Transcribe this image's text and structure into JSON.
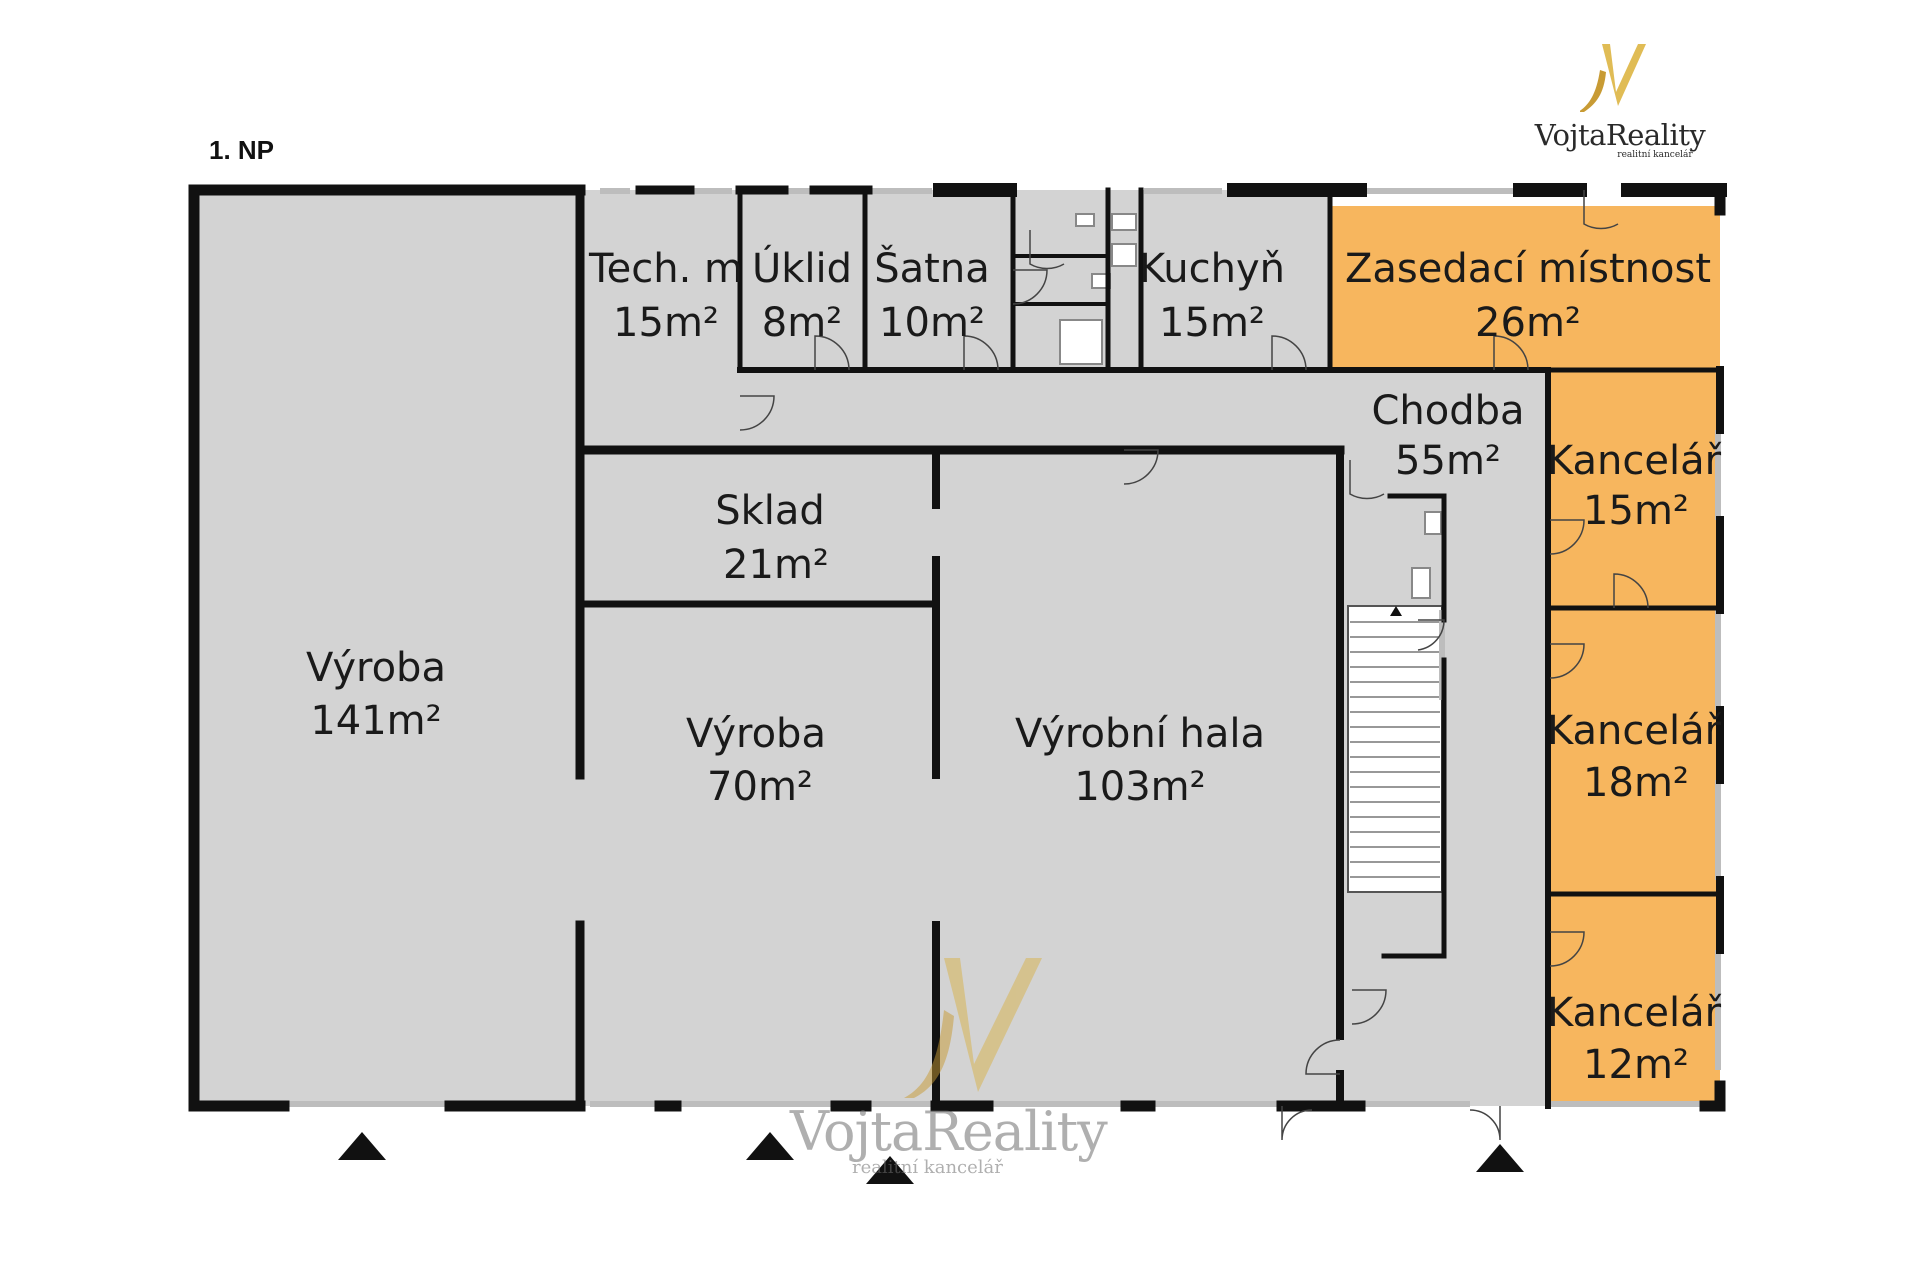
{
  "floor_label": "1. NP",
  "brand": {
    "name": "VojtaReality",
    "subtitle": "realitní kancelář"
  },
  "watermark": {
    "name": "VojtaReality",
    "subtitle": "realitní kancelář"
  },
  "colors": {
    "room_fill": "#d3d3d3",
    "highlight_fill": "#f7b65e",
    "wall": "#111111",
    "logo_gold": "#d8b24a"
  },
  "rooms": {
    "vyroba_1": {
      "name": "Výroba",
      "area": "141m²",
      "highlighted": false
    },
    "tech": {
      "name": "Tech. m",
      "area": "15m²",
      "highlighted": false
    },
    "uklid": {
      "name": "Úklid",
      "area": "8m²",
      "highlighted": false
    },
    "satna": {
      "name": "Šatna",
      "area": "10m²",
      "highlighted": false
    },
    "kuchyn": {
      "name": "Kuchyň",
      "area": "15m²",
      "highlighted": false
    },
    "zasedaci": {
      "name": "Zasedací místnost",
      "area": "26m²",
      "highlighted": true
    },
    "chodba": {
      "name": "Chodba",
      "area": "55m²",
      "highlighted": false
    },
    "sklad": {
      "name": "Sklad",
      "area": "21m²",
      "highlighted": false
    },
    "vyroba_2": {
      "name": "Výroba",
      "area": "70m²",
      "highlighted": false
    },
    "vyrobni_hala": {
      "name": "Výrobní hala",
      "area": "103m²",
      "highlighted": false
    },
    "kancelar_1": {
      "name": "Kancelář",
      "area": "15m²",
      "highlighted": true
    },
    "kancelar_2": {
      "name": "Kancelář",
      "area": "18m²",
      "highlighted": true
    },
    "kancelar_3": {
      "name": "Kancelář",
      "area": "12m²",
      "highlighted": true
    }
  },
  "entrances": [
    "entrance-arrow",
    "entrance-arrow",
    "entrance-arrow",
    "entrance-arrow"
  ]
}
